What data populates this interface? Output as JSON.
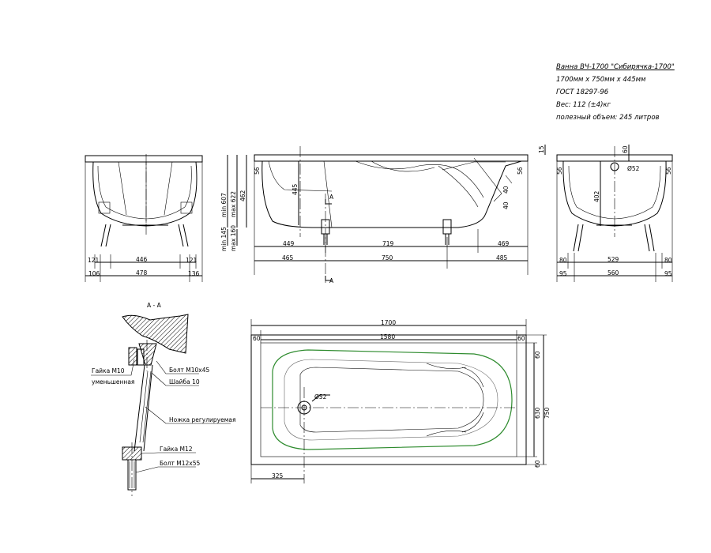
{
  "info": {
    "title": "Ванна ВЧ-1700 \"Сибирячка-1700\"",
    "size": "1700мм х 750мм х 445мм",
    "gost": "ГОСТ 18297-96",
    "weight": "Вес: 112 (±4)кг",
    "volume": "полезный объем: 245 литров"
  },
  "end_left": {
    "d_121a": "121",
    "d_446": "446",
    "d_121b": "121",
    "d_106": "106",
    "d_478": "478",
    "d_136": "136"
  },
  "side": {
    "d_449": "449",
    "d_719": "719",
    "d_469": "469",
    "d_465": "465",
    "d_750": "750",
    "d_485": "485",
    "d_445": "445",
    "d_56a": "56",
    "d_56b": "56",
    "d_40a": "40",
    "d_40b": "40",
    "d_min607": "min 607",
    "d_max622": "max 622",
    "d_462": "462",
    "d_min145": "min 145",
    "d_max160": "max 160",
    "sec_a_top": "A",
    "sec_a_bottom": "A"
  },
  "end_right": {
    "d_15": "15",
    "d_60": "60",
    "d_56a": "56",
    "d_56b": "56",
    "d_phi52": "Ø52",
    "d_402": "402",
    "d_80a": "80",
    "d_529": "529",
    "d_80b": "80",
    "d_95a": "95",
    "d_560": "560",
    "d_95b": "95"
  },
  "plan": {
    "d_1700": "1700",
    "d_1580": "1580",
    "d_60a": "60",
    "d_60b": "60",
    "d_60c": "60",
    "d_60d": "60",
    "d_630": "630",
    "d_750": "750",
    "d_phi52": "Ø52",
    "d_325": "325"
  },
  "section": {
    "title": "А - А",
    "nut_m10": "Гайка М10",
    "nut_m10_sub": "уменьшенная",
    "bolt_m10": "Болт М10х45",
    "washer": "Шайба 10",
    "leg": "Ножка регулируемая",
    "nut_m12": "Гайка М12",
    "bolt_m12": "Болт М12х55"
  }
}
